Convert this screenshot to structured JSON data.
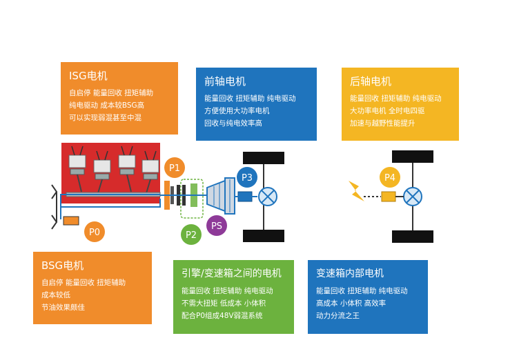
{
  "boxes": {
    "isg": {
      "title": "ISG电机",
      "lines": [
        "自启停 能量回收 扭矩辅助",
        "纯电驱动 成本较BSG高",
        "可以实现弱混甚至中混"
      ]
    },
    "front": {
      "title": "前轴电机",
      "lines": [
        "能量回收 扭矩辅助 纯电驱动",
        "方便使用大功率电机",
        "回收与纯电效率高"
      ]
    },
    "rear": {
      "title": "后轴电机",
      "lines": [
        "能量回收 扭矩辅助 纯电驱动",
        "大功率电机 全时电四驱",
        "加速与越野性能提升"
      ]
    },
    "bsg": {
      "title": "BSG电机",
      "lines": [
        "自启停 能量回收 扭矩辅助",
        "成本较低",
        "节油效果颇佳"
      ]
    },
    "between": {
      "title": "引擎/变速箱之间的电机",
      "lines": [
        "能量回收 扭矩辅助 纯电驱动",
        "不需大扭矩 低成本 小体积",
        "配合P0组成48V弱混系统"
      ]
    },
    "internal": {
      "title": "变速箱内部电机",
      "lines": [
        "能量回收 扭矩辅助 纯电驱动",
        "高成本 小体积 高效率",
        "动力分流之王"
      ]
    }
  },
  "positions": {
    "p0": "P0",
    "p1": "P1",
    "p2": "P2",
    "p3": "P3",
    "p4": "P4",
    "ps": "PS"
  },
  "colors": {
    "orange": "#f08c2b",
    "blue": "#1f74bd",
    "yellow": "#f4b623",
    "green": "#6cb23e",
    "purple": "#8e3a98",
    "engine_red": "#d62b2b"
  }
}
